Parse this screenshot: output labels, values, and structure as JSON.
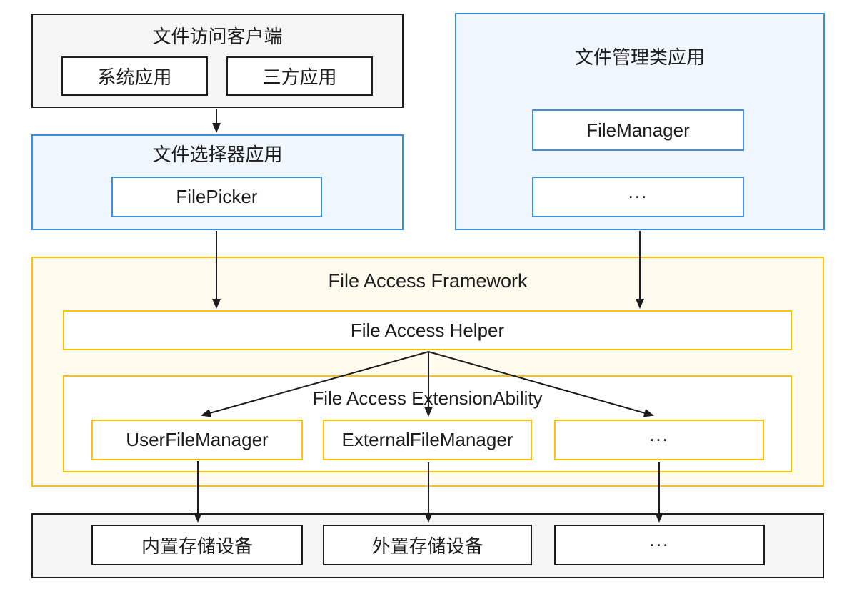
{
  "colors": {
    "black_border": "#1c1c1c",
    "grey_fill": "#f5f5f5",
    "blue_border": "#3d8dd8",
    "blue_fill": "#eff6fd",
    "yellow_border": "#ffc000",
    "yellow_fill": "#fffbee",
    "inner_box_fill": "#ffffff",
    "arrow_color": "#1c1c1c"
  },
  "diagram": {
    "client": {
      "title": "文件访问客户端",
      "items": [
        "系统应用",
        "三方应用"
      ]
    },
    "picker": {
      "title": "文件选择器应用",
      "items": [
        "FilePicker"
      ]
    },
    "manager": {
      "title": "文件管理类应用",
      "items": [
        "FileManager",
        "..."
      ]
    },
    "framework": {
      "title": "File Access Framework",
      "helper": "File Access Helper",
      "extension": {
        "title": "File Access ExtensionAbility",
        "items": [
          "UserFileManager",
          "ExternalFileManager",
          "..."
        ]
      }
    },
    "storage": {
      "items": [
        "内置存储设备",
        "外置存储设备",
        "..."
      ]
    }
  }
}
